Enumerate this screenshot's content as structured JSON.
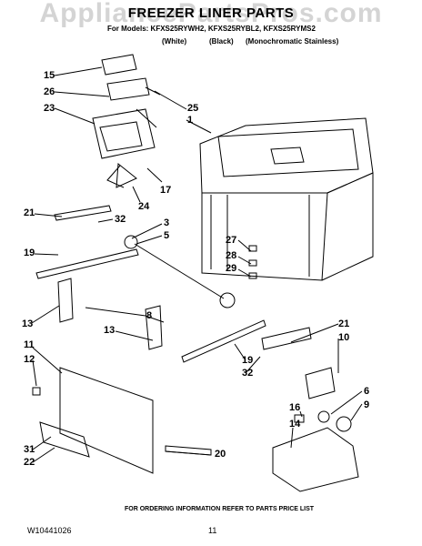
{
  "header": {
    "watermark": "AppliancePartsPros.com",
    "title": "FREEZER LINER PARTS",
    "models": "For Models: KFXS25RYWH2, KFXS25RYBL2, KFXS25RYMS2",
    "color_white": "(White)",
    "color_black": "(Black)",
    "color_stainless": "(Monochromatic Stainless)"
  },
  "callouts": [
    "15",
    "26",
    "23",
    "25",
    "1",
    "17",
    "24",
    "21",
    "32",
    "3",
    "5",
    "19",
    "27",
    "28",
    "29",
    "13",
    "8",
    "13",
    "21",
    "10",
    "11",
    "12",
    "19",
    "32",
    "6",
    "9",
    "16",
    "14",
    "31",
    "22",
    "20"
  ],
  "footer": {
    "ordering_note": "FOR ORDERING INFORMATION REFER TO PARTS PRICE LIST",
    "doc_number": "W10441026",
    "page_number": "11"
  }
}
